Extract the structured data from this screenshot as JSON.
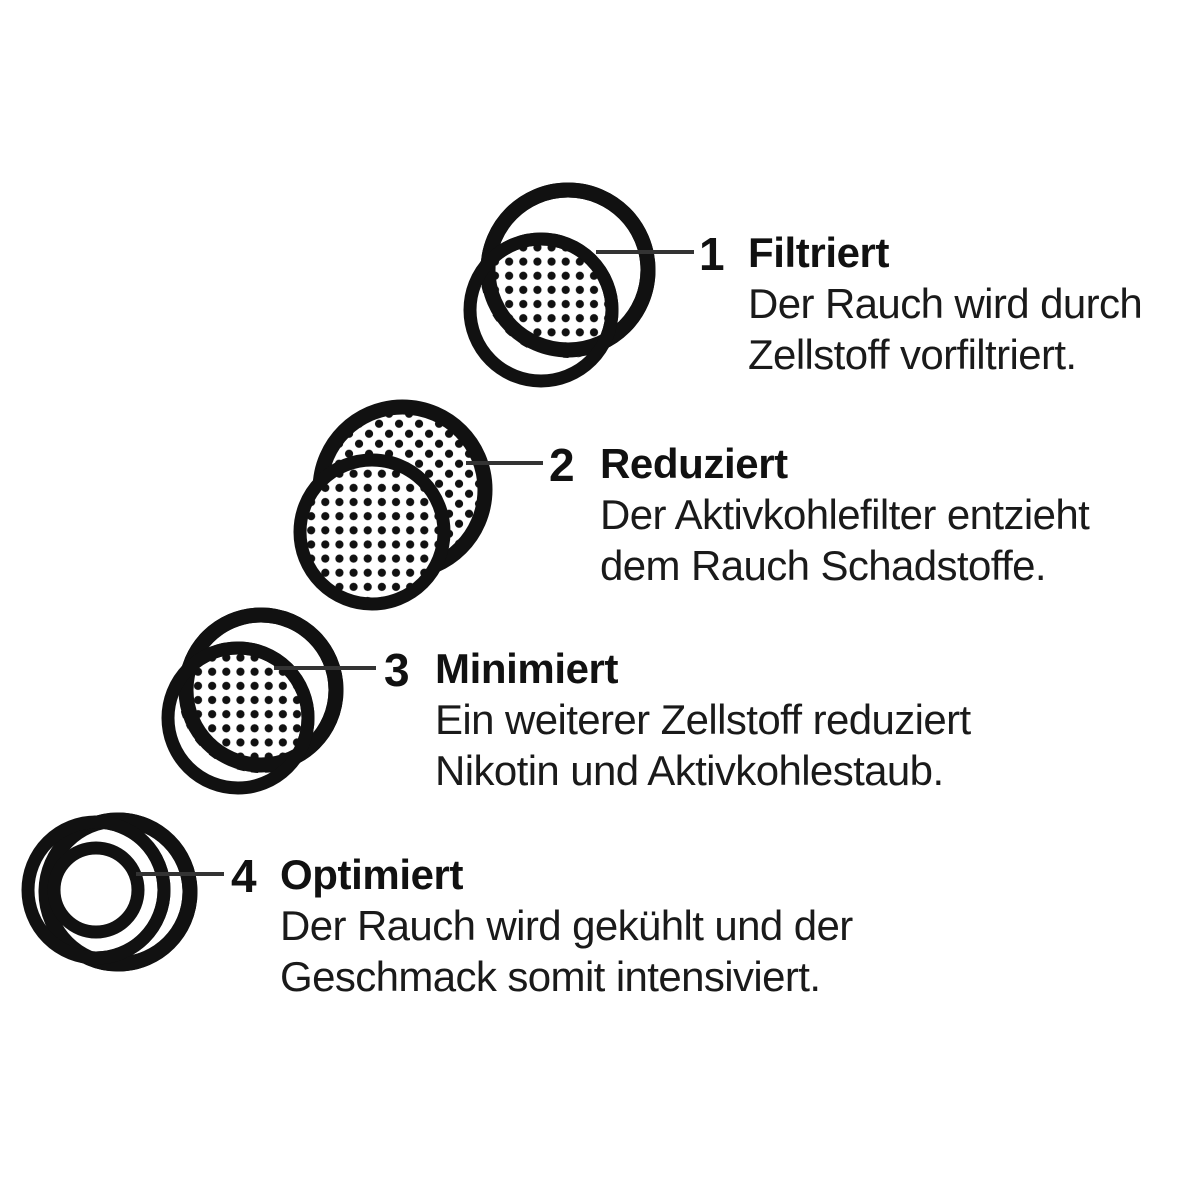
{
  "page": {
    "title": "Filterstufen Infografik",
    "background_color": "#ffffff",
    "ink_color": "#111111",
    "language": "de"
  },
  "steps": [
    {
      "number": "1",
      "title": "Filtriert",
      "body_lines": [
        "Der Rauch wird durch",
        "Zellstoff vorfiltriert."
      ],
      "body_text": "Der Rauch wird durch Zellstoff vorfiltriert.",
      "icon_name": "capsule-cellulose-prefilter-icon",
      "icon_description": "Schräge Kapsel mit gepunkteter Querschnittsfläche am unteren Ende"
    },
    {
      "number": "2",
      "title": "Reduziert",
      "body_lines": [
        "Der Aktivkohlefilter entzieht",
        "dem Rauch Schadstoffe."
      ],
      "body_text": "Der Aktivkohlefilter entzieht dem Rauch Schadstoffe.",
      "icon_name": "capsule-activated-charcoal-icon",
      "icon_description": "Schräge Kapsel vollständig mit Punktmuster gefüllt"
    },
    {
      "number": "3",
      "title": "Minimiert",
      "body_lines": [
        "Ein weiterer Zellstoff reduziert",
        "Nikotin und Aktivkohlestaub."
      ],
      "body_text": "Ein weiterer Zellstoff reduziert Nikotin und Aktivkohlestaub.",
      "icon_name": "capsule-second-cellulose-icon",
      "icon_description": "Kurze schräge Kapsel mit gepunkteter Querschnittsfläche"
    },
    {
      "number": "4",
      "title": "Optimiert",
      "body_lines": [
        "Der Rauch wird gekühlt und der",
        "Geschmack somit intensiviert."
      ],
      "body_text": "Der Rauch wird gekühlt und der Geschmack somit intensiviert.",
      "icon_name": "capsule-hollow-tube-icon",
      "icon_description": "Kurze schräge Kapsel als hohles Rohr mit Ringquerschnitt"
    }
  ]
}
